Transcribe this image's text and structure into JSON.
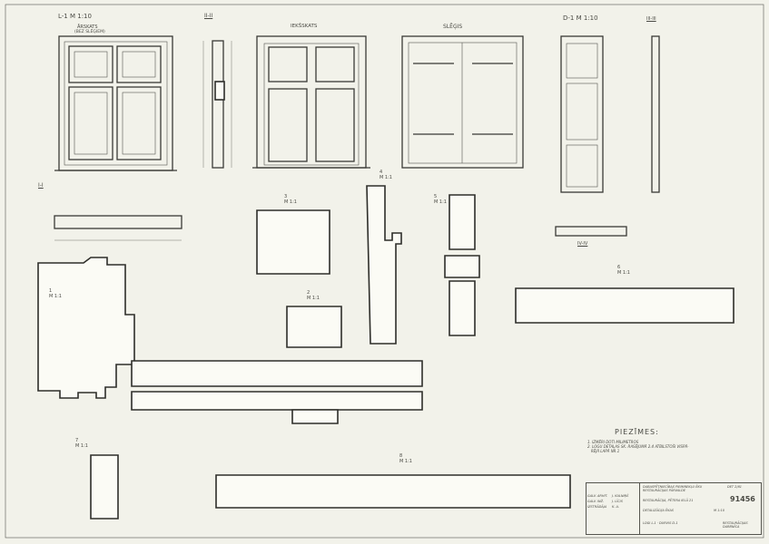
{
  "views": {
    "l1_title": "L-1  M 1:10",
    "exterior": "ĀRSKATS",
    "exterior_note": "(BEZ SLĒĢIEM)",
    "section_2": "II-II",
    "interior": "IEKŠSKATS",
    "shutter": "SLĒĢIS",
    "d1_title": "D-1  M 1:10",
    "section_3": "III-III",
    "section_1": "I-I",
    "section_4": "IV-IV"
  },
  "details": [
    {
      "num": "1",
      "scale": "M 1:1"
    },
    {
      "num": "2",
      "scale": "M 1:1"
    },
    {
      "num": "3",
      "scale": "M 1:1"
    },
    {
      "num": "4",
      "scale": "M 1:1"
    },
    {
      "num": "5",
      "scale": "M 1:1"
    },
    {
      "num": "6",
      "scale": "M 1:1"
    },
    {
      "num": "7",
      "scale": "M 1:1"
    },
    {
      "num": "8",
      "scale": "M 1:1"
    }
  ],
  "notes": {
    "title": "PIEZĪMES:",
    "items": [
      "1. IZMĒRI DOTI MILIMETROS",
      "2. LOGU DETAĻAS SK. RASĒJUMĀ 2.4 ATBILSTOŠI VISPĀ-",
      "   RĒJĀ LAPĀ NR.1"
    ]
  },
  "title_block": {
    "project": "DABASPĒTNIECĪBAS PIEMINEKĻU ĒKU RESTAURĀCIJAS PĀRVALDE",
    "object": "RESTAURĀCIJA, PĒTERA IELĀ 21",
    "drawing": "DETALIZĀCIJA ĒKAS",
    "sheet": "LOGI L-1 · DURVIS D-1",
    "number": "91456",
    "stage": "DET 2/81",
    "scale": "M 1:10",
    "org": "RESTAURĀCIJAS DARBNĪCA",
    "roles": [
      "GALV. ARHIT.",
      "GALV. INŽ.",
      "IZSTRĀDĀJA"
    ],
    "names": [
      "J. KALNIŅŠ",
      "J. LĪCIS",
      "K. A."
    ]
  }
}
